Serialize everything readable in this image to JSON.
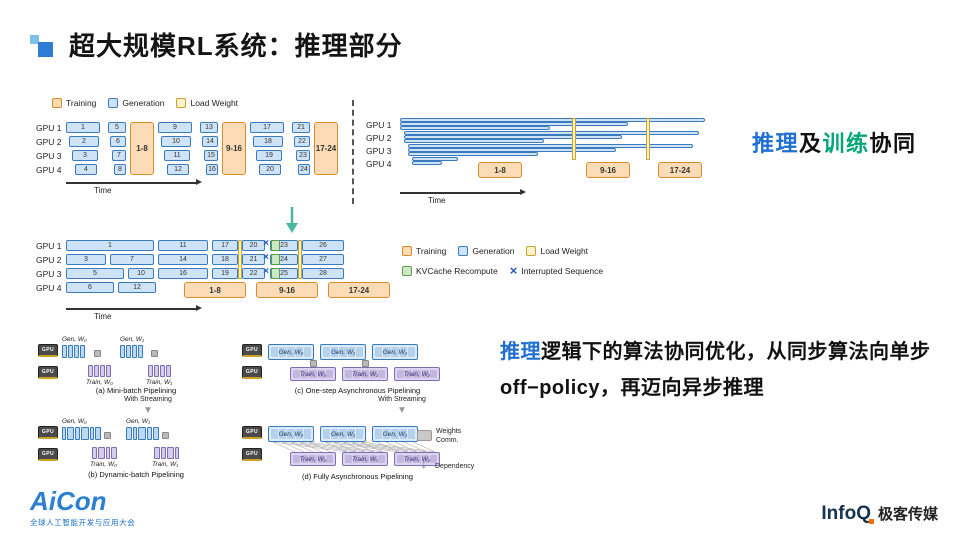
{
  "title": "超大规模RL系统：推理部分",
  "colors": {
    "accent_blue": "#1f6fd0",
    "accent_green": "#00a678",
    "training_fill": "#fbdcb6",
    "training_border": "#d98a2b",
    "generation_fill": "#cfe3f7",
    "generation_border": "#3a7bbf",
    "load_weight_fill": "#fdf3cf",
    "load_weight_border": "#c9a227",
    "kvcache_fill": "#cde8c5",
    "kvcache_border": "#5a9e4b",
    "interrupted_x": "#2459c4",
    "arrow_teal": "#49b7a4"
  },
  "icons": {
    "interrupted_glyph": "×",
    "down_arrow": "▼",
    "dep_arrow": "↓"
  },
  "captions": {
    "right": [
      {
        "text": "推理",
        "color": "#1f6fd0"
      },
      {
        "text": "及",
        "color": "#111111"
      },
      {
        "text": "训练",
        "color": "#00a678"
      },
      {
        "text": "协同",
        "color": "#111111"
      }
    ],
    "bottom": [
      {
        "text": "推理",
        "color": "#1f6fd0"
      },
      {
        "text": "逻辑下的算法协同优化，从同步算法向单步off−policy，再迈向异步推理",
        "color": "#111111"
      }
    ]
  },
  "chart_data": [
    {
      "id": "sync",
      "type": "gpu-timeline",
      "legend": [
        "Training",
        "Generation",
        "Load Weight"
      ],
      "gpus": [
        "GPU 1",
        "GPU 2",
        "GPU 3",
        "GPU 4"
      ],
      "xlabel": "Time",
      "segments": [
        {
          "train_label": "1-8",
          "gen_bars_per_gpu": [
            [
              1,
              5
            ],
            [
              2,
              6
            ],
            [
              3,
              7
            ],
            [
              4,
              8
            ]
          ]
        },
        {
          "train_label": "9-16",
          "gen_bars_per_gpu": [
            [
              9,
              13
            ],
            [
              10,
              14
            ],
            [
              11,
              15
            ],
            [
              12,
              16
            ]
          ]
        },
        {
          "train_label": "17-24",
          "gen_bars_per_gpu": [
            [
              17,
              21
            ],
            [
              18,
              22
            ],
            [
              19,
              23
            ],
            [
              20,
              24
            ]
          ]
        }
      ]
    },
    {
      "id": "collocated",
      "type": "gpu-timeline",
      "gpus": [
        "GPU 1",
        "GPU 2",
        "GPU 3",
        "GPU 4"
      ],
      "xlabel": "Time",
      "train_blocks": [
        "1-8",
        "9-16",
        "17-24"
      ]
    },
    {
      "id": "async",
      "type": "gpu-timeline",
      "legend": [
        "Training",
        "Generation",
        "Load Weight",
        "KVCache Recompute",
        "Interrupted Sequence"
      ],
      "gpus": [
        "GPU 1",
        "GPU 2",
        "GPU 3",
        "GPU 4"
      ],
      "xlabel": "Time",
      "train_blocks": [
        "1-8",
        "9-16",
        "17-24"
      ],
      "gen_bars": {
        "GPU 1": [
          1,
          11,
          17,
          20,
          23,
          26
        ],
        "GPU 2": [
          3,
          7,
          14,
          18,
          21,
          24,
          27
        ],
        "GPU 3": [
          5,
          10,
          16,
          19,
          22,
          25,
          28
        ],
        "GPU 4": [
          6,
          12
        ]
      }
    }
  ],
  "pipelines": {
    "gpu_chip": "GPU",
    "items": [
      {
        "caption": "(a) Mini-batch Pipelining",
        "gen": [
          "Gen, W₀",
          "Gen, W₁"
        ],
        "train": [
          "Train, W₀",
          "Train, W₁"
        ]
      },
      {
        "caption": "(b) Dynamic-batch Pipelining",
        "gen": [
          "Gen, W₀",
          "Gen, W₁"
        ],
        "train": [
          "Train, W₀",
          "Train, W₁"
        ]
      },
      {
        "caption": "(c) One-step Asynchronous Pipelining",
        "gen": [
          "Gen, W₀",
          "Gen, W₁",
          "Gen, W₂"
        ],
        "train": [
          "Train, W₀",
          "Train, W₁",
          "Train, W₂"
        ]
      },
      {
        "caption": "(d) Fully Asynchronous Pipelining",
        "gen": [
          "Gen, W₀",
          "Gen, W₁",
          "Gen, W₂"
        ],
        "train": [
          "Train, W₀",
          "Train, W₁",
          "Train, W₂"
        ]
      }
    ],
    "annotations": {
      "with_streaming": "With Streaming",
      "weights_comm": "Weights Comm.",
      "dependency": "Dependency"
    }
  },
  "footer": {
    "aicon_logo": "AiCon",
    "aicon_sub": "全球人工智能开发与应用大会",
    "infoq_logo": "InfoQ",
    "infoq_sub": "极客传媒"
  }
}
